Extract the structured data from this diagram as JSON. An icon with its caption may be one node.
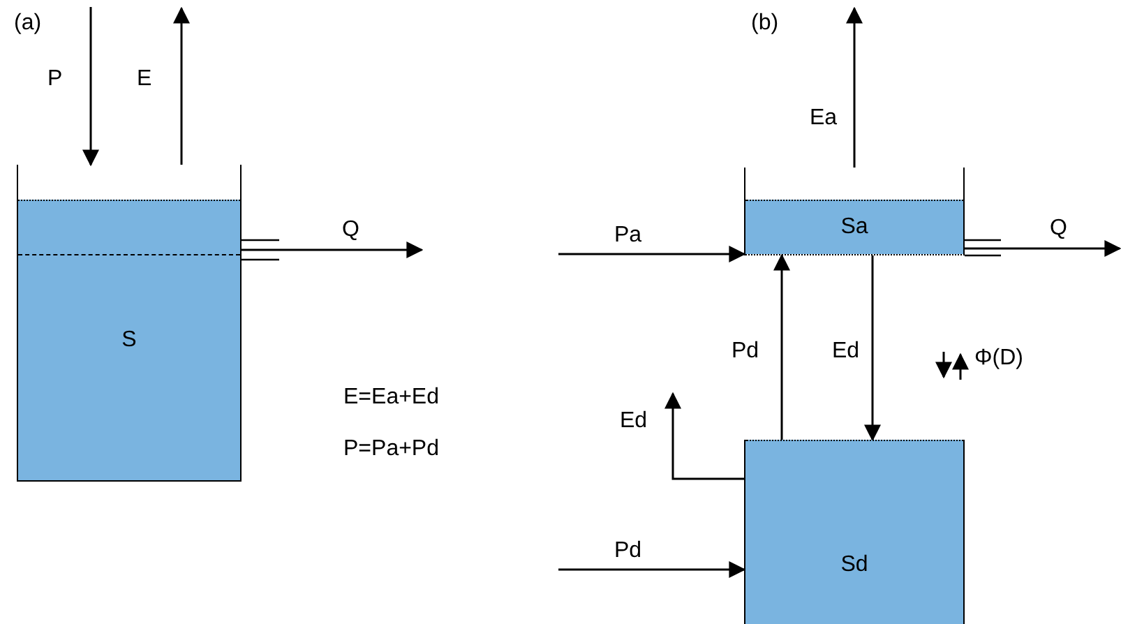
{
  "diagram": {
    "nodes": [
      {
        "text": [
          "S"
        ]
      },
      {
        "text": [
          "Sa"
        ]
      },
      {
        "text": [
          "Sd"
        ]
      }
    ],
    "edges": [
      {
        "from": null,
        "to": 0,
        "arrow": "to",
        "label": "P"
      },
      {
        "from": 0,
        "to": null,
        "arrow": "to",
        "label": "E"
      },
      {
        "from": 0,
        "to": null,
        "arrow": "to",
        "label": "Q"
      },
      {
        "from": 1,
        "to": null,
        "arrow": "to",
        "label": "Ea"
      },
      {
        "from": null,
        "to": 1,
        "arrow": "to",
        "label": "Pa"
      },
      {
        "from": 1,
        "to": null,
        "arrow": "to",
        "label": "Q"
      },
      {
        "from": 1,
        "to": 2,
        "arrow": "to",
        "label": "Ed"
      },
      {
        "from": 2,
        "to": 1,
        "arrow": "to",
        "label": "Pd"
      },
      {
        "from": 2,
        "to": null,
        "arrow": "to",
        "label": "Ed"
      },
      {
        "from": null,
        "to": 2,
        "arrow": "to",
        "label": "Pd"
      }
    ],
    "labels": [
      "(a)",
      "(b)",
      "Φ(D)",
      "E=Ea+Ed",
      "P=Pa+Pd"
    ]
  }
}
